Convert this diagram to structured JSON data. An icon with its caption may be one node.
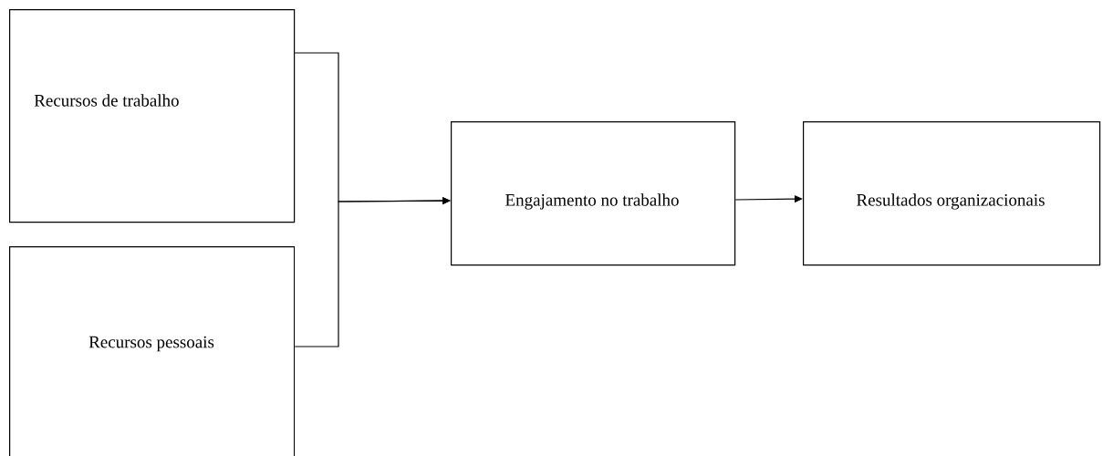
{
  "diagram": {
    "nodes": [
      {
        "text": [
          "Recursos de trabalho"
        ]
      },
      {
        "text": [
          "Recursos pessoais"
        ]
      },
      {
        "text": [
          "Engajamento no trabalho"
        ]
      },
      {
        "text": [
          "Resultados organizacionais"
        ]
      }
    ],
    "edges": [
      {
        "from": 0,
        "to": 2,
        "arrow": "to"
      },
      {
        "from": 1,
        "to": 2,
        "arrow": "to"
      },
      {
        "from": 2,
        "to": 3,
        "arrow": "to"
      }
    ]
  }
}
